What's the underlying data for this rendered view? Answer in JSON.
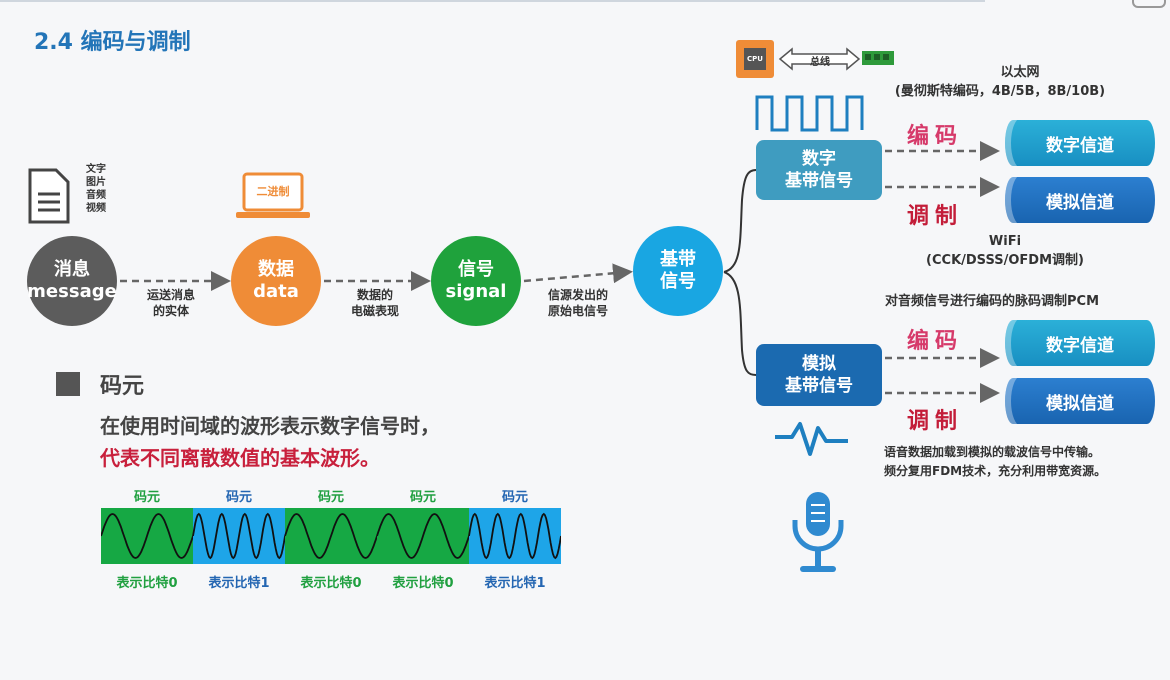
{
  "header": {
    "title": "2.4 编码与调制"
  },
  "flow": {
    "message": {
      "cn": "消息",
      "en": "message"
    },
    "media": [
      "文字",
      "图片",
      "音频",
      "视频"
    ],
    "edge1": [
      "运送消息",
      "的实体"
    ],
    "data": {
      "cn": "数据",
      "en": "data"
    },
    "laptop_label": "二进制",
    "edge2": [
      "数据的",
      "电磁表现"
    ],
    "signal": {
      "cn": "信号",
      "en": "signal"
    },
    "edge3": [
      "信源发出的",
      "原始电信号"
    ],
    "baseband": [
      "基带",
      "信号"
    ]
  },
  "digital": {
    "box": [
      "数字",
      "基带信号"
    ],
    "bus_label": "总线",
    "cpu_label": "CPU",
    "ethernet": [
      "以太网",
      "(曼彻斯特编码，4B/5B，8B/10B)"
    ],
    "encode": "编码",
    "modulate": "调制",
    "digital_channel": "数字信道",
    "analog_channel": "模拟信道",
    "wifi": [
      "WiFi",
      "(CCK/DSSS/OFDM调制)"
    ]
  },
  "analog": {
    "box": [
      "模拟",
      "基带信号"
    ],
    "pcm": "对音频信号进行编码的脉码调制PCM",
    "encode": "编码",
    "modulate": "调制",
    "digital_channel": "数字信道",
    "analog_channel": "模拟信道",
    "fdm": [
      "语音数据加载到模拟的载波信号中传输。",
      "频分复用FDM技术，充分利用带宽资源。"
    ]
  },
  "symbol": {
    "heading": "码元",
    "line1": "在使用时间域的波形表示数字信号时，",
    "line2": "代表不同离散数值的基本波形。",
    "top_labels": [
      "码元",
      "码元",
      "码元",
      "码元",
      "码元"
    ],
    "bottom_labels": [
      "表示比特0",
      "表示比特1",
      "表示比特0",
      "表示比特0",
      "表示比特1"
    ],
    "bits": [
      0,
      1,
      0,
      0,
      1
    ]
  },
  "colors": {
    "accent": "#2375b8",
    "bit0": "#16a844",
    "bit1": "#1ea5e8"
  }
}
